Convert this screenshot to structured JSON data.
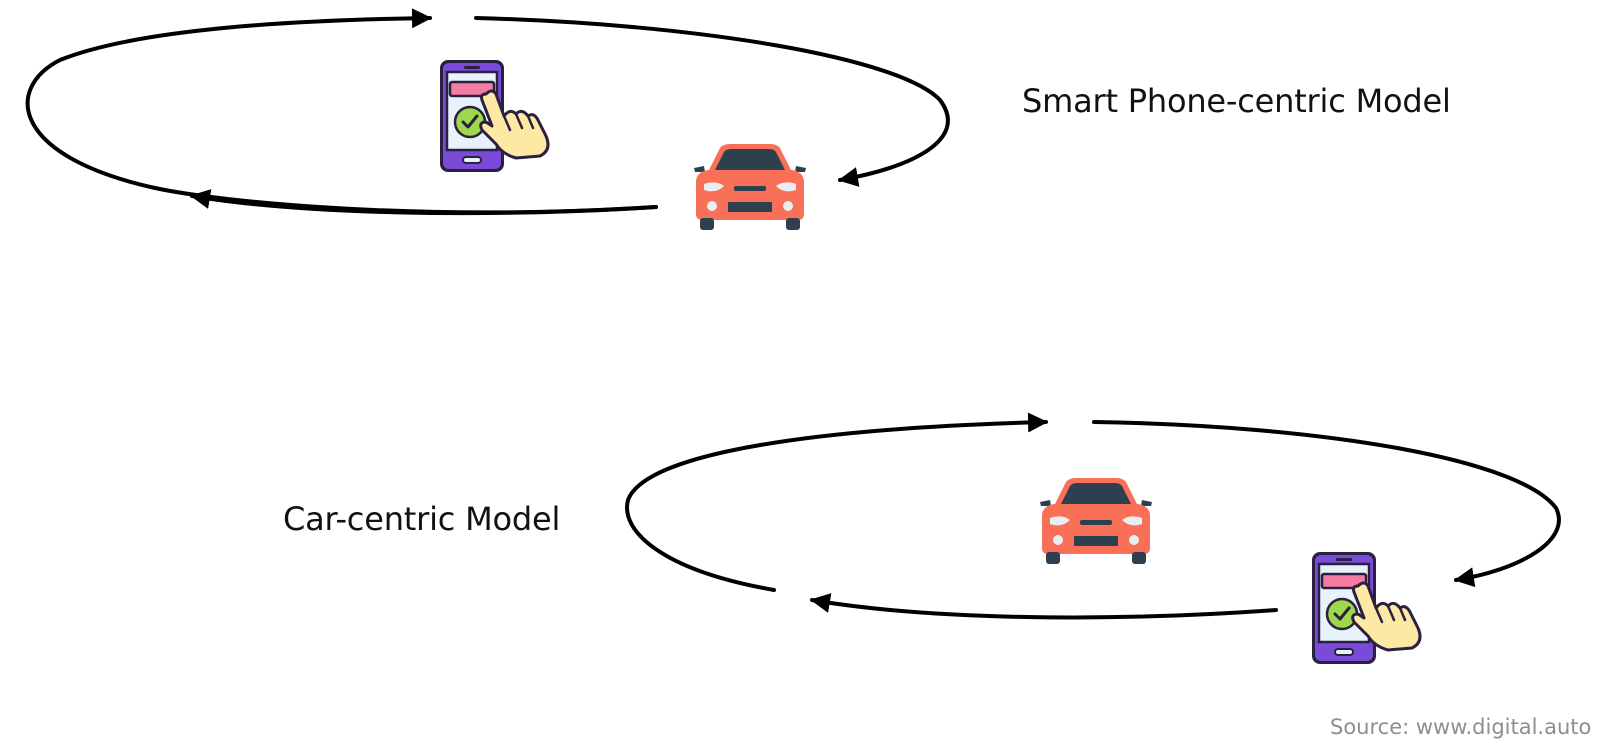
{
  "diagram": {
    "top_model": {
      "label": "Smart Phone-centric Model"
    },
    "bottom_model": {
      "label": "Car-centric Model"
    },
    "source": "Source: www.digital.auto"
  },
  "colors": {
    "background": "#ffffff",
    "loop_stroke": "#000000",
    "label_text": "#111111",
    "source_text": "#8e8e8e",
    "car_body": "#f97059",
    "car_dark": "#2e3f4f",
    "phone_frame": "#7a4bd8",
    "phone_screen": "#e8f2fb",
    "phone_banner": "#f47ca0",
    "check_circle": "#9ed84c",
    "hand_skin": "#fde9a4"
  },
  "icons": [
    "loop-arrow-icon",
    "smartphone-tap-icon",
    "car-front-icon"
  ]
}
